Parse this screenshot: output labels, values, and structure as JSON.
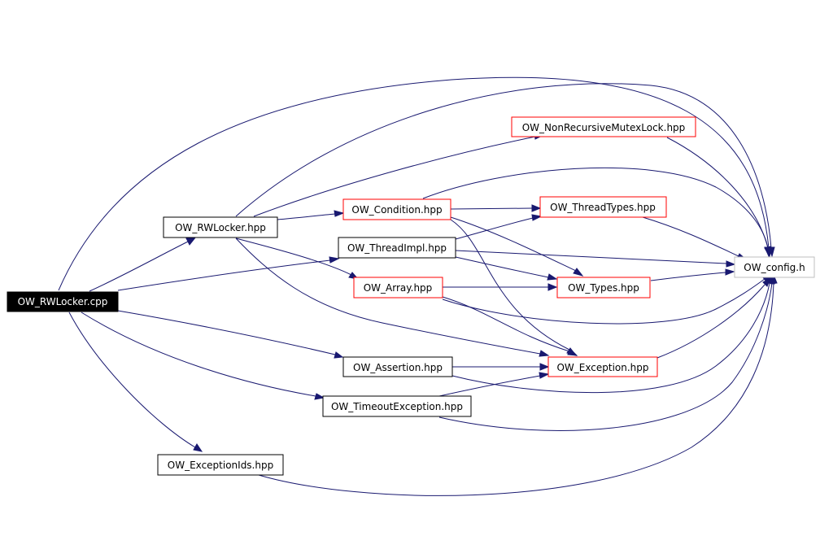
{
  "graph": {
    "colors": {
      "edge": "#191970",
      "focus_fill": "#000000",
      "focus_text": "#ffffff",
      "node_border_default": "#000000",
      "node_border_unexpanded": "#ff0000",
      "node_border_leaf": "#bfbfbf"
    },
    "nodes": {
      "rwlocker_cpp": "OW_RWLocker.cpp",
      "rwlocker_hpp": "OW_RWLocker.hpp",
      "nonrecursive_mutex_lock_hpp": "OW_NonRecursiveMutexLock.hpp",
      "condition_hpp": "OW_Condition.hpp",
      "thread_types_hpp": "OW_ThreadTypes.hpp",
      "thread_impl_hpp": "OW_ThreadImpl.hpp",
      "config_h": "OW_config.h",
      "array_hpp": "OW_Array.hpp",
      "types_hpp": "OW_Types.hpp",
      "assertion_hpp": "OW_Assertion.hpp",
      "exception_hpp": "OW_Exception.hpp",
      "timeout_exception_hpp": "OW_TimeoutException.hpp",
      "exception_ids_hpp": "OW_ExceptionIds.hpp"
    }
  }
}
